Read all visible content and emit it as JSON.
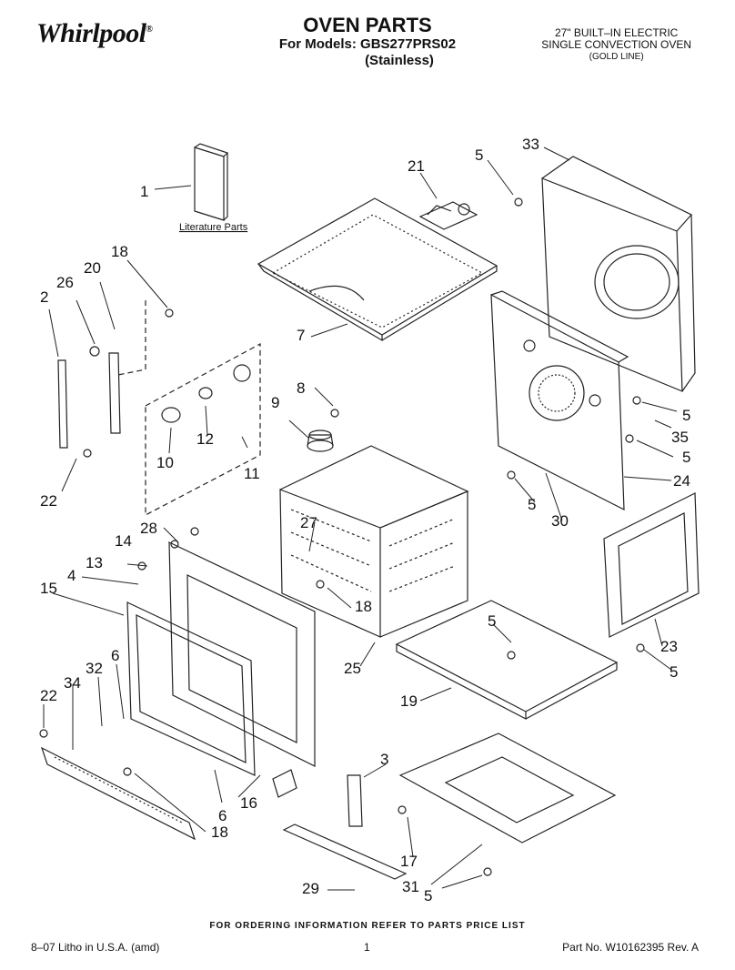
{
  "header": {
    "brand": "Whirlpool",
    "title": "OVEN PARTS",
    "models_line": "For Models: GBS277PRS02",
    "finish": "(Stainless)",
    "product_line1": "27\" BUILT–IN ELECTRIC",
    "product_line2": "SINGLE CONVECTION OVEN",
    "product_line3": "(GOLD LINE)"
  },
  "diagram": {
    "literature_label": "Literature Parts",
    "callouts": [
      "1",
      "2",
      "3",
      "4",
      "5",
      "5",
      "5",
      "5",
      "5",
      "5",
      "5",
      "5",
      "6",
      "6",
      "7",
      "8",
      "9",
      "10",
      "11",
      "12",
      "13",
      "14",
      "15",
      "16",
      "17",
      "18",
      "18",
      "18",
      "19",
      "20",
      "21",
      "22",
      "22",
      "23",
      "24",
      "25",
      "26",
      "27",
      "28",
      "29",
      "30",
      "31",
      "32",
      "33",
      "34",
      "35"
    ]
  },
  "footer": {
    "ordering_note": "FOR ORDERING INFORMATION REFER TO PARTS PRICE LIST",
    "litho": "8–07 Litho in U.S.A. (amd)",
    "page_number": "1",
    "part_number": "Part No. W10162395 Rev. A"
  }
}
